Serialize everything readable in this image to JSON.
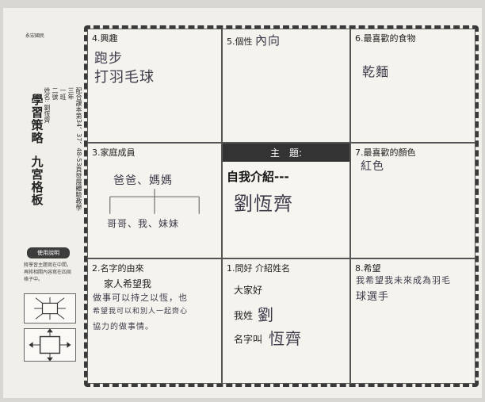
{
  "sidebar": {
    "school": "永宏國民",
    "title_line1": [
      "學",
      "習",
      "策",
      "略"
    ],
    "title_line2": [
      "九",
      "宮",
      "格",
      "板"
    ],
    "meta": [
      "三年",
      "一班",
      "二號",
      "姓名: 劉恆齊"
    ],
    "meta_detail": "配合課本第34、37、48-53頁發展體驗教學",
    "howto_heading": "使用說明",
    "howto_text": "將學習主題寫在中間，再將相關內容寫在四周格子中。"
  },
  "grid": {
    "cells": {
      "interest": {
        "label": "4.興趣",
        "answers": [
          "跑步",
          "打羽毛球"
        ]
      },
      "personality": {
        "label": "5.個性",
        "answer": "內向"
      },
      "food": {
        "label": "6.最喜歡的食物",
        "answer": "乾麵"
      },
      "family": {
        "label": "3.家庭成員",
        "answers": [
          "爸爸、媽媽",
          "哥哥、我、妹妹"
        ]
      },
      "center": {
        "heading": "主　題:",
        "title": "自我介紹---",
        "name": "劉恆齊"
      },
      "color": {
        "label": "7.最喜歡的顏色",
        "answer": "紅色"
      },
      "name_origin": {
        "label": "2.名字的由來",
        "printed": "家人希望我",
        "answers": [
          "做事可以持之以恆，也",
          "希望我可以和別人一起齊心",
          "協力的做事情。"
        ]
      },
      "greeting": {
        "label": "1.問好 介紹姓名",
        "lines": [
          "大家好",
          "我姓",
          "名字叫"
        ],
        "answers": [
          "劉",
          "恆齊"
        ]
      },
      "hope": {
        "label": "8.希望",
        "answers": [
          "我希望我未來成為羽毛",
          "球選手"
        ]
      }
    }
  },
  "colors": {
    "ink": "#3d3a4a",
    "border": "#555555",
    "header_bg": "#333333"
  }
}
